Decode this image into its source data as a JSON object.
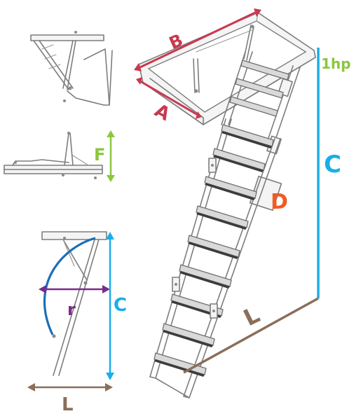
{
  "labels": {
    "a": "A",
    "b": "B",
    "c_main": "C",
    "c_small": "C",
    "d": "D",
    "f": "F",
    "l_main": "L",
    "l_small": "L",
    "r": "r",
    "hp": "1hp"
  },
  "colors": {
    "dimension_a_b": "#c8394f",
    "dimension_c": "#1aaee8",
    "dimension_d": "#f25a24",
    "dimension_f_hp": "#8cc63f",
    "dimension_l": "#8b6e5a",
    "dimension_r": "#7b2a8a",
    "outline": "#7d7d7d"
  }
}
